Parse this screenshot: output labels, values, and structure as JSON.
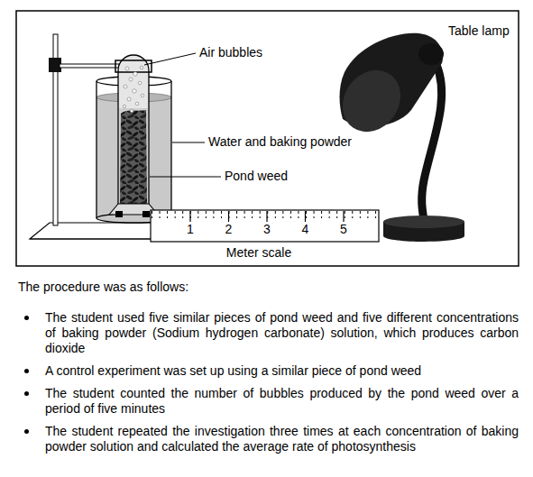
{
  "diagram": {
    "labels": [
      "Table lamp",
      "Air bubbles",
      "Water and baking powder",
      "Pond weed",
      "1",
      "2",
      "3",
      "4",
      "5",
      "Meter scale",
      "The procedure was as follows:",
      "The student used five similar pieces of pond weed and five different concentrations of baking powder (Sodium hydrogen carbonate) solution, which produces carbon dioxide",
      "A control experiment was set up using a similar piece of pond weed",
      "The student counted the number of bubbles produced by the pond weed over a period of five minutes",
      "The student repeated the investigation three times at each concentration of baking powder solution and calculated the average rate of photosynthesis"
    ]
  }
}
